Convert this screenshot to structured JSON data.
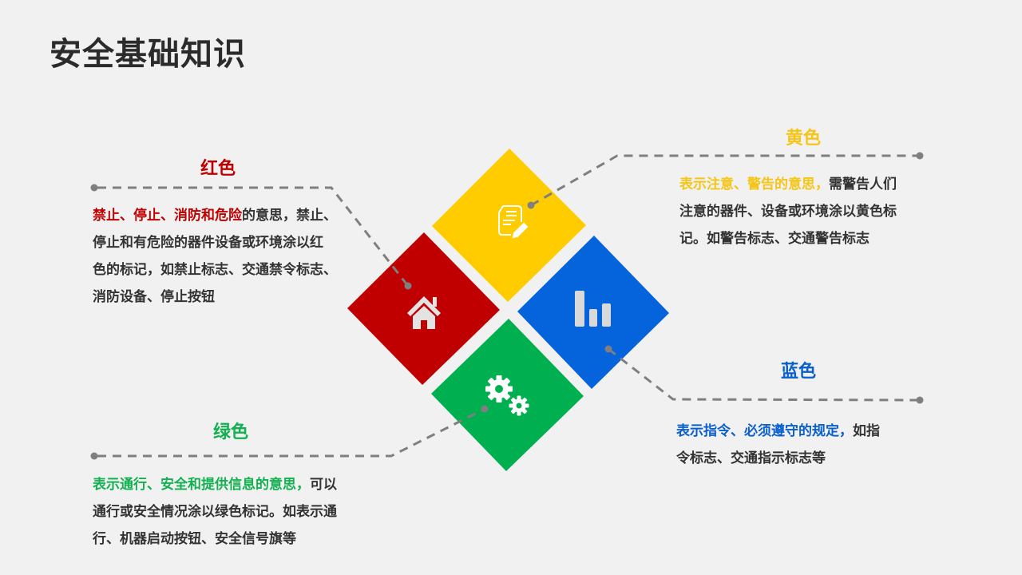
{
  "page": {
    "title": "安全基础知识",
    "background": "#f1f1f1"
  },
  "colors": {
    "red": "#c00000",
    "yellow": "#ffcc00",
    "blue": "#0563dc",
    "green": "#00b050",
    "line": "#7f7f7f",
    "icon": "#e3e3e3",
    "text": "#333333",
    "red_text": "#c00000",
    "yellow_text": "#f5c518",
    "blue_text": "#0a5fce",
    "green_text": "#12b050"
  },
  "sections": {
    "red": {
      "heading": "红色",
      "highlight": "禁止、停止、消防和危险",
      "lines": [
        "的意思，禁止、",
        "停止和有危险的器件设备或环境涂以红",
        "色的标记，如禁止标志、交通禁令标志、",
        "消防设备、停止按钮"
      ],
      "icon": "home-icon"
    },
    "yellow": {
      "heading": "黄色",
      "highlight": "表示注意、警告的意思，",
      "lines": [
        "需警告人们",
        "注意的器件、设备或环境涂以黄色标",
        "记。如警告标志、交通警告标志"
      ],
      "icon": "document-edit-icon"
    },
    "blue": {
      "heading": "蓝色",
      "highlight": "表示指令、必须遵守的规定，",
      "lines": [
        "如指",
        "令标志、交通指示标志等"
      ],
      "icon": "bar-chart-icon"
    },
    "green": {
      "heading": "绿色",
      "highlight": "表示通行、安全和提供信息的意思，",
      "lines": [
        "可以",
        "通行或安全情况涂以绿色标记。如表示通",
        "行、机器启动按钮、安全信号旗等"
      ],
      "icon": "gears-icon"
    }
  }
}
